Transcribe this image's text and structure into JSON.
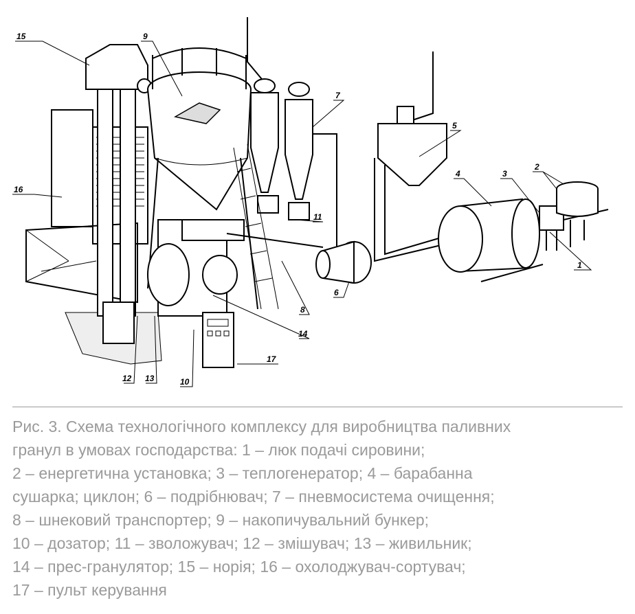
{
  "figure": {
    "labels": [
      "1",
      "2",
      "3",
      "4",
      "5",
      "6",
      "7",
      "8",
      "9",
      "10",
      "11",
      "12",
      "13",
      "14",
      "15",
      "16",
      "17"
    ]
  },
  "caption": {
    "lines": [
      "Рис. 3. Схема технологічного комплексу для виробництва паливних",
      "гранул в умовах господарства: 1 – люк подачі сировини;",
      "2 – енергетична установка; 3 – теплогенератор; 4 – барабанна",
      "сушарка; циклон; 6 – подрібнювач; 7 – пневмосистема очищення;",
      "8 – шнековий транспортер; 9 – накопичувальний бункер;",
      "10 – дозатор; 11 – зволожувач; 12 – змішувач; 13 – живильник;",
      "14 – прес-гранулятор; 15 – норія; 16 – охолоджувач-сортувач;",
      "17 – пульт керування"
    ]
  }
}
